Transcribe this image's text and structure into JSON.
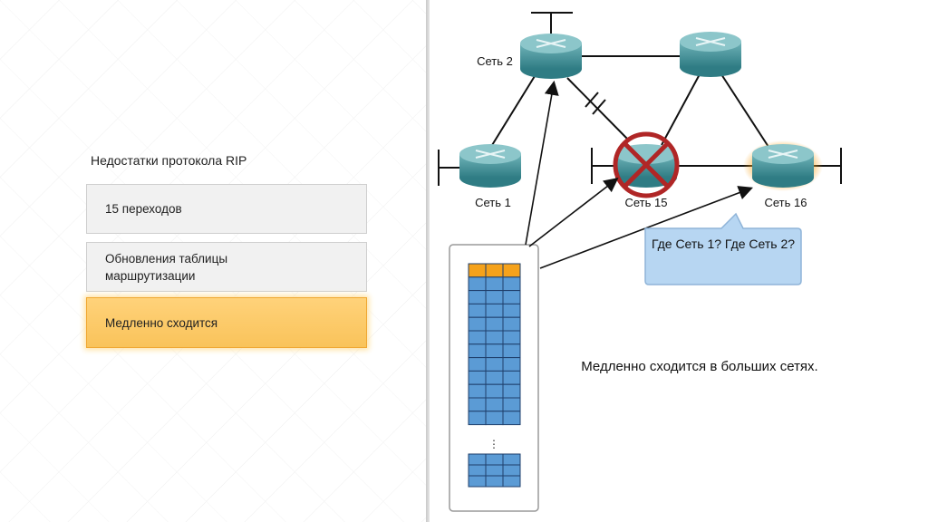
{
  "slide": {
    "heading": "Недостатки протокола RIP",
    "items": [
      {
        "label": "15 переходов",
        "active": false
      },
      {
        "label": "Обновления таблицы маршрутизации",
        "active": false
      },
      {
        "label": "Медленно сходится",
        "active": true
      }
    ]
  },
  "diagram": {
    "routers": [
      {
        "label": "Сеть 2"
      },
      {
        "label": "Сеть 1"
      },
      {
        "label": "Сеть 15",
        "status": "failed"
      },
      {
        "label": "Сеть 16",
        "status": "highlighted"
      }
    ],
    "bubble": "Где Сеть 1? Где Сеть 2?",
    "caption": "Медленно сходится в больших сетях.",
    "colors": {
      "router": "#4d9aa0",
      "highlight": "#f7a21b",
      "failed": "#b02626",
      "table": "#5b9bd5",
      "table_header": "#f5a21b",
      "bubble": "#b7d6f2"
    }
  }
}
